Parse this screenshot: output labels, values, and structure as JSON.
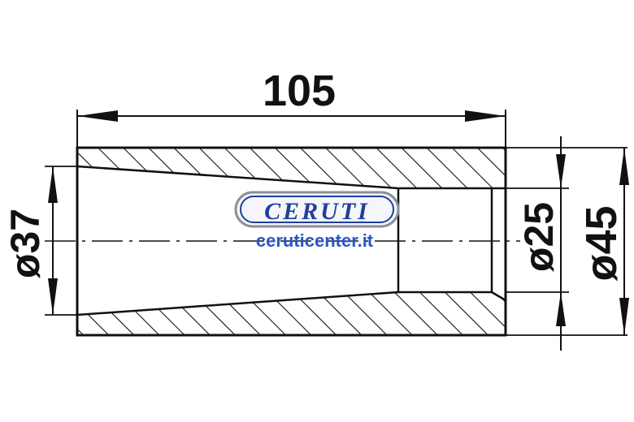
{
  "dimensions": {
    "length": "105",
    "inner_large_diameter": "ø37",
    "inner_small_diameter": "ø25",
    "outer_diameter": "ø45"
  },
  "watermark": {
    "logo": "CERUTI",
    "site": "ceruticenter.it"
  },
  "colors": {
    "line": "#111111",
    "logo_blue": "#1f3f9a",
    "site_blue": "#2a57c8"
  }
}
